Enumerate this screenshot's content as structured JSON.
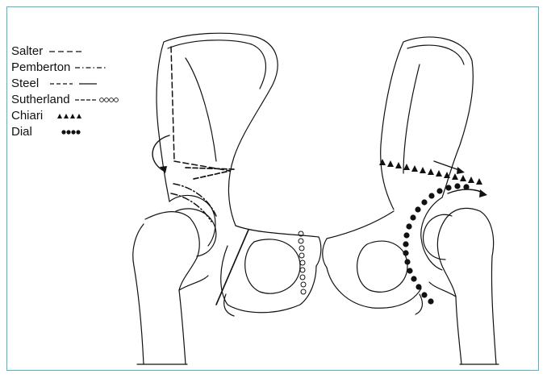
{
  "legend": {
    "items": [
      {
        "label": "Salter",
        "style": "dashed"
      },
      {
        "label": "Pemberton",
        "style": "dash-dot"
      },
      {
        "label": "Steel",
        "style": "short-dash-and-line"
      },
      {
        "label": "Sutherland",
        "style": "dash-and-circles"
      },
      {
        "label": "Chiari",
        "style": "triangles"
      },
      {
        "label": "Dial",
        "style": "dots"
      }
    ]
  },
  "colors": {
    "frame_border": "#4fb6c6",
    "ink": "#111111"
  }
}
